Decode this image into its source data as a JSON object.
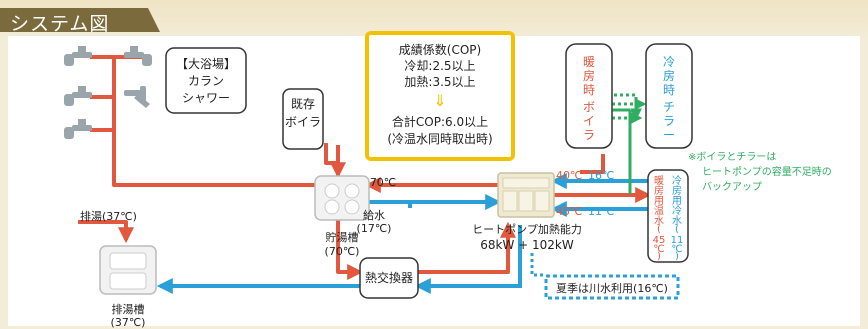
{
  "title": "システム図",
  "faucet_label": [
    "【大浴場】",
    "カラン",
    "シャワー"
  ],
  "existing_boiler": [
    "既存",
    "ボイラ"
  ],
  "cop_box": {
    "line1": "成績係数(COP)",
    "line2": "冷却:2.5以上",
    "line3": "加熱:3.5以上",
    "arrow": "⇓",
    "line4": "合計COP:6.0以上",
    "line5": "(冷温水同時取出時)"
  },
  "heating_boiler": [
    "暖",
    "房",
    "時",
    "ボ",
    "イ",
    "ラ"
  ],
  "cooling_chiller": [
    "冷",
    "房",
    "時",
    "チ",
    "ラ",
    "ー"
  ],
  "note": [
    "※ボイラとチラーは",
    "ヒートポンプの容量不足時の",
    "バックアップ"
  ],
  "temp_70": "70℃",
  "supply_water": [
    "給水",
    "(17℃)"
  ],
  "storage_tank": [
    "貯湯槽",
    "(70℃)"
  ],
  "heat_pump": [
    "ヒートポンプ加熱能力",
    "68kW + 102kW"
  ],
  "temp_40_16": {
    "hot": "40℃",
    "cold": "16℃"
  },
  "temp_45_11": {
    "hot": "45℃",
    "cold": "11℃"
  },
  "hot_water_column": [
    "暖",
    "房",
    "用",
    "温",
    "水",
    "(",
    "45",
    "℃",
    ")"
  ],
  "cold_water_column": [
    "冷",
    "房",
    "用",
    "冷",
    "水",
    "(",
    "11",
    "℃",
    ")"
  ],
  "drain_label": "排湯(37℃)",
  "drain_tank": [
    "排湯槽",
    "(37℃)"
  ],
  "heat_exchanger": "熱交換器",
  "summer_note": "夏季は川水利用(16℃)",
  "colors": {
    "red": "#e2583e",
    "blue": "#2a9fd8",
    "green": "#2fae62",
    "yellow": "#f2c200",
    "tab": "#7a6a3c"
  }
}
